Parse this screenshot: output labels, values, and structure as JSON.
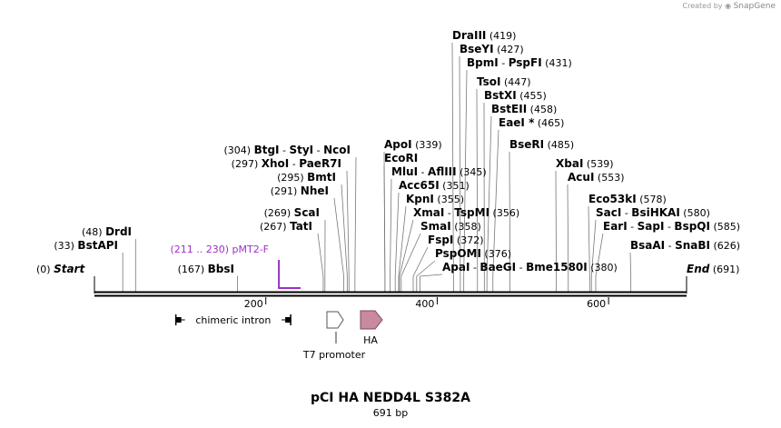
{
  "credit": {
    "prefix": "Created by",
    "brand": "SnapGene"
  },
  "map": {
    "title": "pCI HA NEDD4L S382A",
    "length_label": "691 bp",
    "length_bp": 691,
    "ticks": [
      200,
      400,
      600
    ],
    "start": {
      "name": "Start",
      "pos_label": "(0)"
    },
    "end": {
      "name": "End",
      "pos_label": "(691)"
    },
    "primer": {
      "name": "pMT2-F",
      "range_label": "(211 .. 230)",
      "start": 211,
      "end": 230,
      "color": "#9b30c8"
    },
    "features": [
      {
        "name": "chimeric intron",
        "start": 95,
        "end": 229,
        "type": "intron"
      },
      {
        "name": "T7 promoter",
        "start": 270,
        "end": 289,
        "type": "promoter"
      },
      {
        "name": "HA",
        "start": 308,
        "end": 334,
        "type": "tag",
        "color": "#c9899f"
      }
    ],
    "sites": [
      {
        "label": "(33)",
        "enzymes": [
          "BstAPI"
        ],
        "pos": 33
      },
      {
        "label": "(48)",
        "enzymes": [
          "DrdI"
        ],
        "pos": 48
      },
      {
        "label": "(167)",
        "enzymes": [
          "BbsI"
        ],
        "pos": 167
      },
      {
        "label": "(267)",
        "enzymes": [
          "TatI"
        ],
        "pos": 267
      },
      {
        "label": "(269)",
        "enzymes": [
          "ScaI"
        ],
        "pos": 269
      },
      {
        "label": "(291)",
        "enzymes": [
          "NheI"
        ],
        "pos": 291
      },
      {
        "label": "(295)",
        "enzymes": [
          "BmtI"
        ],
        "pos": 295
      },
      {
        "label": "(297)",
        "enzymes": [
          "XhoI",
          "PaeR7I"
        ],
        "pos": 297
      },
      {
        "label": "(304)",
        "enzymes": [
          "BtgI",
          "StyI",
          "NcoI"
        ],
        "pos": 304
      },
      {
        "label": "(339)",
        "enzymes": [
          "ApoI"
        ],
        "pos": 339
      },
      {
        "label": "",
        "enzymes": [
          "EcoRI"
        ],
        "pos": 339
      },
      {
        "label": "(345)",
        "enzymes": [
          "MluI",
          "AflIII"
        ],
        "pos": 345
      },
      {
        "label": "(351)",
        "enzymes": [
          "Acc65I"
        ],
        "pos": 351
      },
      {
        "label": "(355)",
        "enzymes": [
          "KpnI"
        ],
        "pos": 355
      },
      {
        "label": "(356)",
        "enzymes": [
          "XmaI",
          "TspMI"
        ],
        "pos": 356
      },
      {
        "label": "(358)",
        "enzymes": [
          "SmaI"
        ],
        "pos": 358
      },
      {
        "label": "(372)",
        "enzymes": [
          "FspI"
        ],
        "pos": 372
      },
      {
        "label": "(376)",
        "enzymes": [
          "PspOMI"
        ],
        "pos": 376
      },
      {
        "label": "(380)",
        "enzymes": [
          "ApaI",
          "BaeGI",
          "Bme1580I"
        ],
        "pos": 380
      },
      {
        "label": "(419)",
        "enzymes": [
          "DraIII"
        ],
        "pos": 419
      },
      {
        "label": "(427)",
        "enzymes": [
          "BseYI"
        ],
        "pos": 427
      },
      {
        "label": "(431)",
        "enzymes": [
          "BpmI",
          "PspFI"
        ],
        "pos": 431
      },
      {
        "label": "(447)",
        "enzymes": [
          "TsoI"
        ],
        "pos": 447
      },
      {
        "label": "(455)",
        "enzymes": [
          "BstXI"
        ],
        "pos": 455
      },
      {
        "label": "(458)",
        "enzymes": [
          "BstEII"
        ],
        "pos": 458
      },
      {
        "label": "(465)",
        "enzymes": [
          "EaeI *"
        ],
        "pos": 465
      },
      {
        "label": "(485)",
        "enzymes": [
          "BseRI"
        ],
        "pos": 485
      },
      {
        "label": "(539)",
        "enzymes": [
          "XbaI"
        ],
        "pos": 539
      },
      {
        "label": "(553)",
        "enzymes": [
          "AcuI"
        ],
        "pos": 553
      },
      {
        "label": "(578)",
        "enzymes": [
          "Eco53kI"
        ],
        "pos": 578
      },
      {
        "label": "(580)",
        "enzymes": [
          "SacI",
          "BsiHKAI"
        ],
        "pos": 580
      },
      {
        "label": "(585)",
        "enzymes": [
          "EarI",
          "SapI",
          "BspQI"
        ],
        "pos": 585
      },
      {
        "label": "(626)",
        "enzymes": [
          "BsaAI",
          "SnaBI"
        ],
        "pos": 626
      }
    ]
  }
}
